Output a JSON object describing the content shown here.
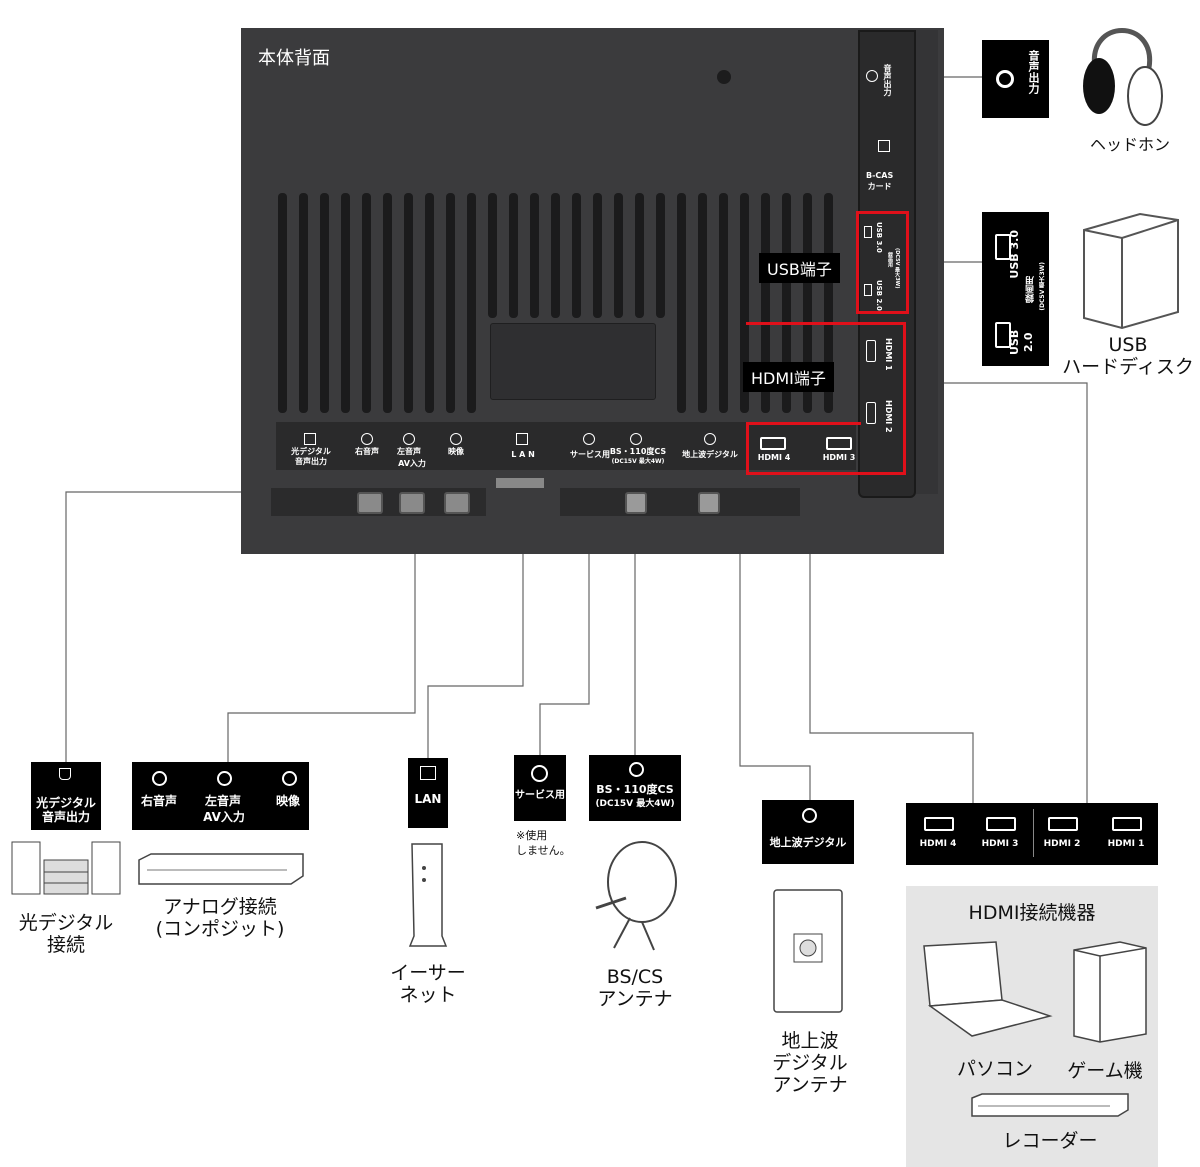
{
  "tv": {
    "title": "本体背面",
    "usb_tag": "USB端子",
    "hdmi_tag": "HDMI端子",
    "ports": {
      "optical": "光デジタル\n音声出力",
      "right_audio": "右音声",
      "left_audio": "左音声",
      "av_in": "AV入力",
      "video": "映像",
      "lan": "L A N",
      "service": "サービス用",
      "bs_cs": "BS・110度CS",
      "bs_cs_note": "(DC15V 最大4W)",
      "terrestrial": "地上波デジタル",
      "hdmi4": "HDMI 4",
      "hdmi3": "HDMI 3",
      "hdmi1": "HDMI 1",
      "hdmi2": "HDMI 2",
      "headphone": "音声出力",
      "bcas": "B-CAS\nカード",
      "usb30": "USB 3.0",
      "usb20": "USB 2.0",
      "usb_rec": "録画用",
      "usb_note": "(DC5V 最大3W)"
    }
  },
  "cards": {
    "headphone": "音声出力",
    "usb30": "USB 3.0",
    "usb20": "USB 2.0",
    "usb_rec": "録画用",
    "usb_note": "(DC5V 最大3W)",
    "optical": "光デジタル\n音声出力",
    "right_audio": "右音声",
    "left_audio": "左音声",
    "av_in": "AV入力",
    "video": "映像",
    "lan": "LAN",
    "service": "サービス用",
    "service_note": "※使用\nしません。",
    "bs_cs": "BS・110度CS",
    "bs_cs_note": "(DC15V 最大4W)",
    "terrestrial": "地上波デジタル",
    "hdmi4": "HDMI 4",
    "hdmi3": "HDMI 3",
    "hdmi2": "HDMI 2",
    "hdmi1": "HDMI 1"
  },
  "devices": {
    "headphone": "ヘッドホン",
    "usb_hdd": "USB\nハードディスク",
    "optical": "光デジタル\n接続",
    "analog": "アナログ接続\n(コンポジット)",
    "ethernet": "イーサー\nネット",
    "bs_antenna": "BS/CS\nアンテナ",
    "terrestrial_antenna": "地上波\nデジタル\nアンテナ",
    "hdmi_group_title": "HDMI接続機器",
    "pc": "パソコン",
    "game": "ゲーム機",
    "recorder": "レコーダー"
  },
  "colors": {
    "panel": "#3b3b3d",
    "highlight": "#e0101a",
    "card": "#000000",
    "group_bg": "#e5e5e5"
  }
}
